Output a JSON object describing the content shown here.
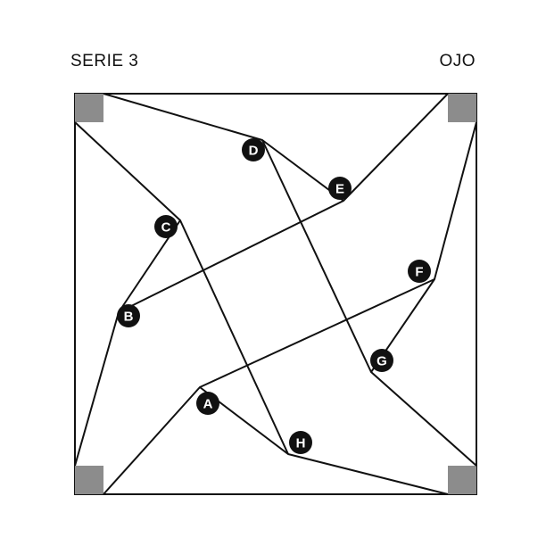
{
  "header": {
    "series_label": "SERIE  3",
    "eye_label": "OJO"
  },
  "colors": {
    "stroke": "#111111",
    "corner_fill": "#8c8c8c",
    "marker_fill": "#111111",
    "marker_text": "#ffffff"
  },
  "points": [
    {
      "id": "A",
      "label": "A"
    },
    {
      "id": "B",
      "label": "B"
    },
    {
      "id": "C",
      "label": "C"
    },
    {
      "id": "D",
      "label": "D"
    },
    {
      "id": "E",
      "label": "E"
    },
    {
      "id": "F",
      "label": "F"
    },
    {
      "id": "G",
      "label": "G"
    },
    {
      "id": "H",
      "label": "H"
    }
  ]
}
